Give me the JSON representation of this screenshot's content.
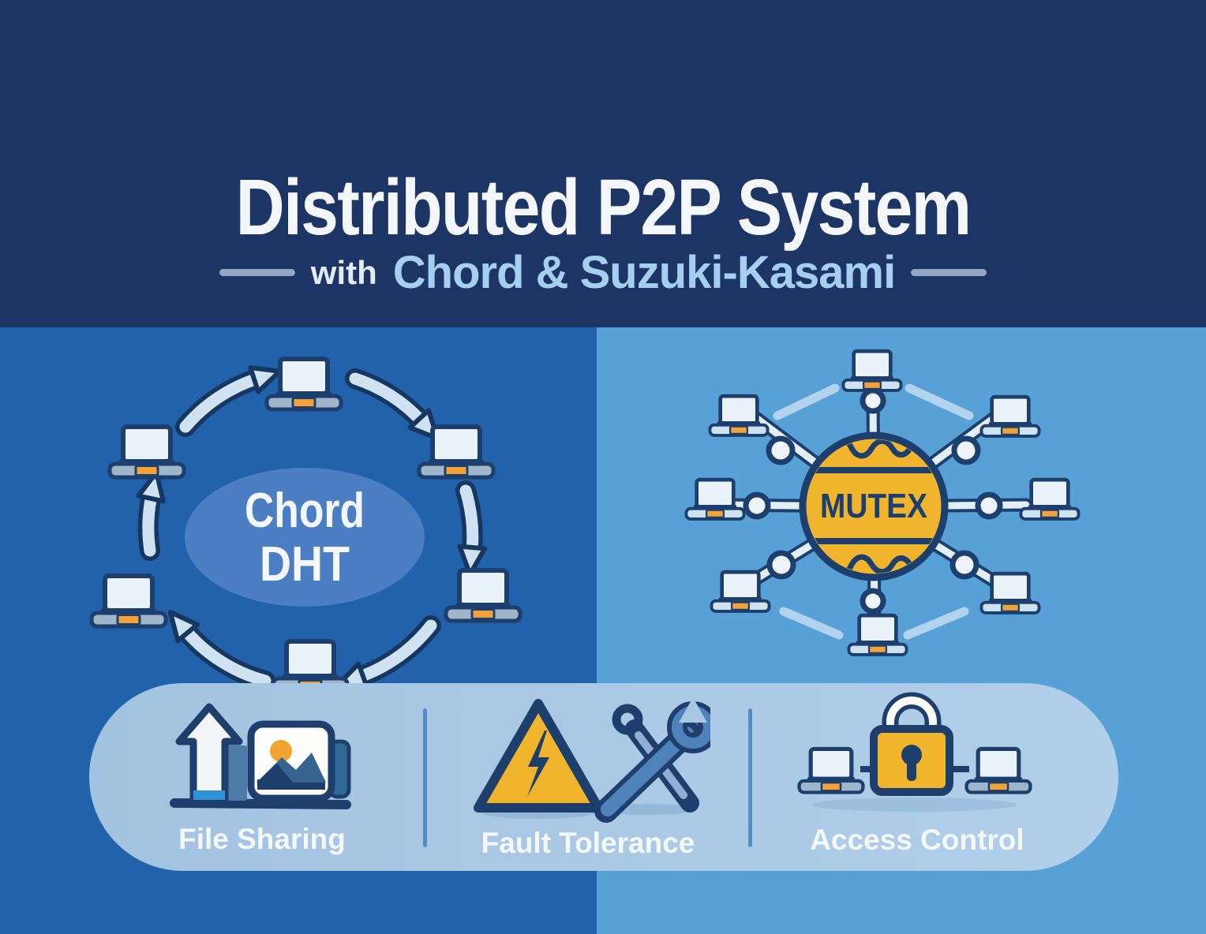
{
  "header": {
    "title": "Distributed P2P System",
    "subtitle_prefix": "with",
    "subtitle_highlight": "Chord & Suzuki-Kasami"
  },
  "chord_panel": {
    "center_label_line1": "Chord",
    "center_label_line2": "DHT",
    "node_count": 6,
    "node_icon": "laptop-icon",
    "topology": "ring-with-clockwise-arrows"
  },
  "mutex_panel": {
    "hub_label": "MUTEX",
    "node_count": 8,
    "node_icon": "laptop-icon",
    "topology": "star-hub-with-spokes"
  },
  "features": [
    {
      "label": "File Sharing",
      "icon": "upload-photo-icon"
    },
    {
      "label": "Fault Tolerance",
      "icon": "warning-triangle-and-tools-icon"
    },
    {
      "label": "Access Control",
      "icon": "padlock-between-laptops-icon"
    }
  ],
  "colors": {
    "header_bg": "#1c3564",
    "left_panel_bg": "#2262aa",
    "right_panel_bg": "#58a1d7",
    "features_bar_bg": "#a6c6e2",
    "outline_navy": "#1d3f6e",
    "accent_gold": "#f0b42d",
    "accent_orange": "#f2a238",
    "arrow_light_blue": "#cfe2f2",
    "center_ellipse_blue": "#4b7ec3",
    "subtitle_blue": "#a5cff1",
    "text_white": "#f3f6fa"
  }
}
